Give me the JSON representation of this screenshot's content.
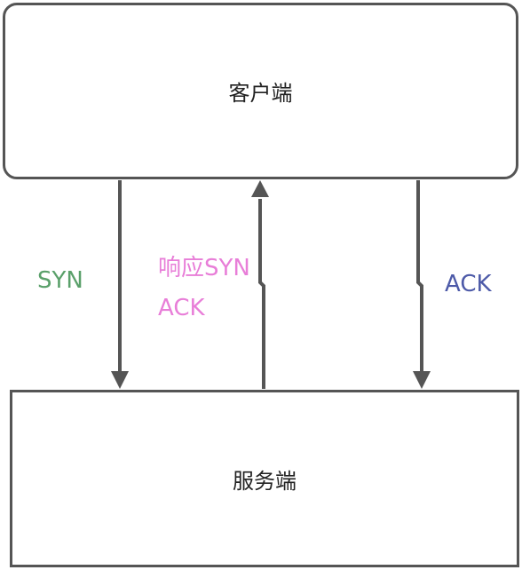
{
  "client": {
    "label": "客户端"
  },
  "server": {
    "label": "服务端"
  },
  "messages": {
    "syn": {
      "label": "SYN",
      "color": "#5aa06a"
    },
    "syn_ack": {
      "label_line1": "响应SYN",
      "label_line2": "ACK",
      "color": "#e87ed8"
    },
    "ack": {
      "label": "ACK",
      "color": "#4d5aa8"
    }
  },
  "colors": {
    "stroke": "#555555",
    "text": "#222222"
  }
}
